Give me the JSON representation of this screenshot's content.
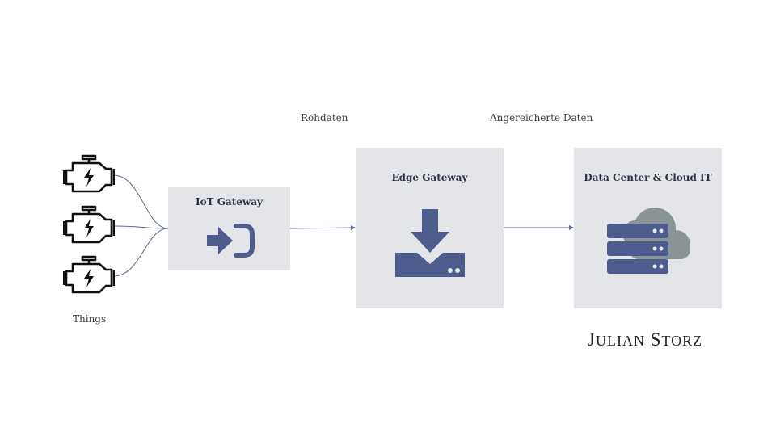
{
  "labels": {
    "rohdaten": "Rohdaten",
    "angereicherte": "Angereicherte Daten",
    "things": "Things"
  },
  "nodes": {
    "iot_gateway": {
      "title": "IoT Gateway",
      "icon": "sign-in-arrow-icon"
    },
    "edge_gateway": {
      "title": "Edge Gateway",
      "icon": "download-tray-icon"
    },
    "datacenter": {
      "title": "Data Center & Cloud IT",
      "icon": "server-cloud-icon"
    }
  },
  "things": {
    "count": 3,
    "icon": "engine-lightning-icon"
  },
  "branding": {
    "name": "Julian Storz",
    "first_initial": "J",
    "first_rest": "ULIAN",
    "last_initial": "S",
    "last_rest": "TORZ"
  },
  "colors": {
    "box_fill": "#e3e5e8",
    "icon_blue": "#4f5d8e",
    "cloud_gray": "#8b9494",
    "line": "#5a6a95",
    "text_dark": "#2e3444"
  }
}
